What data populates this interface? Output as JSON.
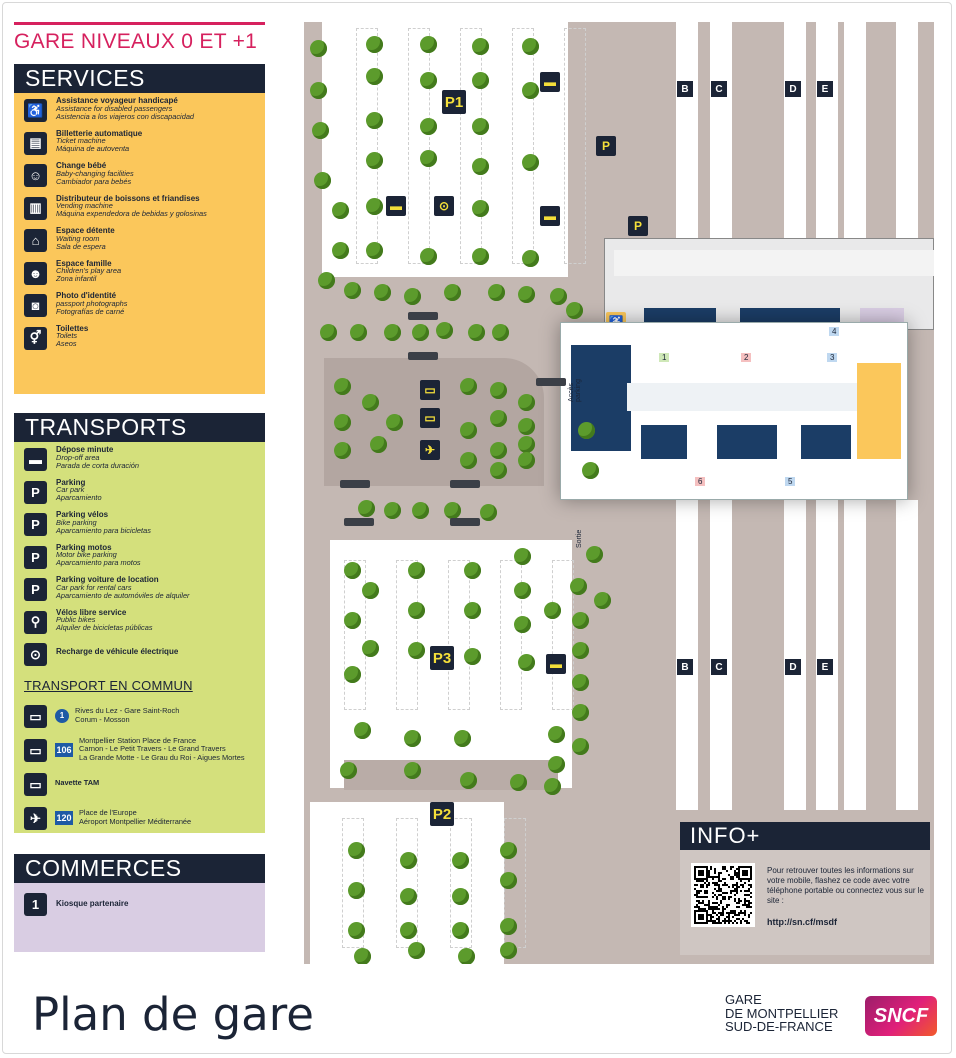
{
  "title": "GARE NIVEAUX 0 ET +1",
  "services": {
    "heading": "SERVICES",
    "items": [
      {
        "icon": "wheelchair-icon",
        "fr": "Assistance voyageur handicapé",
        "en": "Assistance for disabled passengers",
        "es": "Asistencia a los viajeros con discapacidad"
      },
      {
        "icon": "ticket-machine-icon",
        "fr": "Billetterie automatique",
        "en": "Ticket machine",
        "es": "Máquina de autoventa"
      },
      {
        "icon": "baby-changing-icon",
        "fr": "Change bébé",
        "en": "Baby-changing facilities",
        "es": "Cambiador para bebés"
      },
      {
        "icon": "vending-machine-icon",
        "fr": "Distributeur de boissons et friandises",
        "en": "Vending machine",
        "es": "Máquina expendedora de bebidas y golosinas"
      },
      {
        "icon": "waiting-room-icon",
        "fr": "Espace détente",
        "en": "Waiting room",
        "es": "Sala de espera"
      },
      {
        "icon": "family-area-icon",
        "fr": "Espace famille",
        "en": "Children's play area",
        "es": "Zona infantil"
      },
      {
        "icon": "photo-booth-icon",
        "fr": "Photo d'identité",
        "en": "passport photographs",
        "es": "Fotografías de carné"
      },
      {
        "icon": "toilets-icon",
        "fr": "Toilettes",
        "en": "Toilets",
        "es": "Aseos"
      }
    ]
  },
  "transports": {
    "heading": "TRANSPORTS",
    "items": [
      {
        "icon": "drop-off-icon",
        "fr": "Dépose minute",
        "en": "Drop-off area",
        "es": "Parada de corta duración"
      },
      {
        "icon": "parking-icon",
        "glyph": "P",
        "fr": "Parking",
        "en": "Car park",
        "es": "Aparcamiento"
      },
      {
        "icon": "bike-parking-icon",
        "glyph": "P",
        "fr": "Parking vélos",
        "en": "Bike parking",
        "es": "Aparcamiento para bicicletas"
      },
      {
        "icon": "motorbike-parking-icon",
        "glyph": "P",
        "fr": "Parking motos",
        "en": "Motor bike parking",
        "es": "Aparcamiento para motos"
      },
      {
        "icon": "rental-car-parking-icon",
        "glyph": "P",
        "fr": "Parking voiture de location",
        "en": "Car park for rental cars",
        "es": "Aparcamiento de automóviles de alquiler"
      },
      {
        "icon": "public-bike-icon",
        "fr": "Vélos libre service",
        "en": "Public bikes",
        "es": "Alquiler de bicicletas públicas"
      },
      {
        "icon": "ev-charging-icon",
        "fr": "Recharge de véhicule électrique",
        "en": "",
        "es": ""
      }
    ],
    "public_heading": "TRANSPORT EN COMMUN",
    "public": [
      {
        "icon": "tram-icon",
        "line": "1",
        "round": true,
        "lines": [
          "Rives du Lez - Gare Saint-Roch",
          "Corum - Mosson"
        ]
      },
      {
        "icon": "bus-icon",
        "line": "106",
        "round": false,
        "lines": [
          "Montpellier Station Place de France",
          "Carnon - Le Petit Travers - Le Grand Travers",
          "La Grande Motte - Le Grau du Roi - Aigues Mortes"
        ]
      },
      {
        "icon": "shuttle-icon",
        "line": "",
        "round": false,
        "lines": [
          "Navette TAM"
        ]
      },
      {
        "icon": "airport-bus-icon",
        "line": "120",
        "round": false,
        "lines": [
          "Place de l'Europe",
          "Aéroport Montpellier Méditerranée"
        ]
      }
    ]
  },
  "commerces": {
    "heading": "COMMERCES",
    "items": [
      {
        "num": "1",
        "label": "Kiosque partenaire"
      }
    ]
  },
  "map": {
    "parking_labels": [
      "P1",
      "P2",
      "P3"
    ],
    "platforms_top": [
      "B",
      "C",
      "D",
      "E"
    ],
    "platforms_bottom": [
      "B",
      "C",
      "D",
      "E"
    ],
    "hall_numbers": [
      "1",
      "2",
      "3",
      "4",
      "5",
      "6"
    ],
    "exit_label": "Sortie",
    "access_label": "Accès parking"
  },
  "info": {
    "heading": "INFO+",
    "text": "Pour retrouver toutes les informations sur votre mobile, flashez ce code avec votre téléphone portable ou connectez vous sur le site :",
    "url": "http://sn.cf/msdf"
  },
  "footer": {
    "title": "Plan de gare",
    "station_lines": [
      "GARE",
      "DE MONTPELLIER",
      "SUD-DE-FRANCE"
    ],
    "brand": "SNCF"
  },
  "colors": {
    "accent": "#d6215e",
    "navy": "#1b2436",
    "services_bg": "#fbc75b",
    "transports_bg": "#d4e07c",
    "commerces_bg": "#d9cde3",
    "map_ground": "#c4b8b3",
    "tree": "#5c9b2c"
  }
}
